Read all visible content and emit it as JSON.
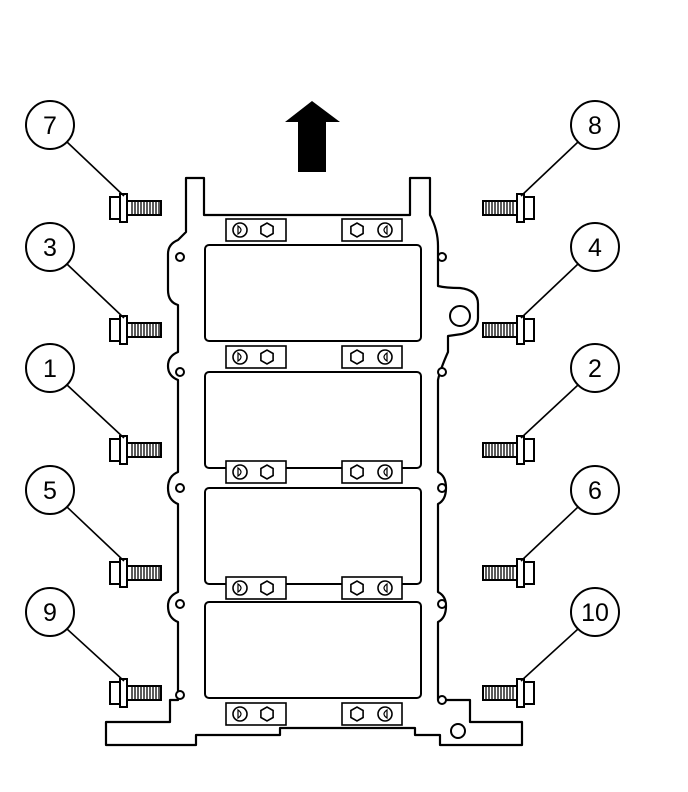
{
  "colors": {
    "line": "#000000",
    "background": "#ffffff"
  },
  "callouts": [
    {
      "number": "7",
      "side": "left",
      "row": 0
    },
    {
      "number": "8",
      "side": "right",
      "row": 0
    },
    {
      "number": "3",
      "side": "left",
      "row": 1
    },
    {
      "number": "4",
      "side": "right",
      "row": 1
    },
    {
      "number": "1",
      "side": "left",
      "row": 2
    },
    {
      "number": "2",
      "side": "right",
      "row": 2
    },
    {
      "number": "5",
      "side": "left",
      "row": 3
    },
    {
      "number": "6",
      "side": "right",
      "row": 3
    },
    {
      "number": "9",
      "side": "left",
      "row": 4
    },
    {
      "number": "10",
      "side": "right",
      "row": 4
    }
  ],
  "icons": {
    "direction_arrow": "front-arrow-icon",
    "bolt": "bolt-icon"
  }
}
